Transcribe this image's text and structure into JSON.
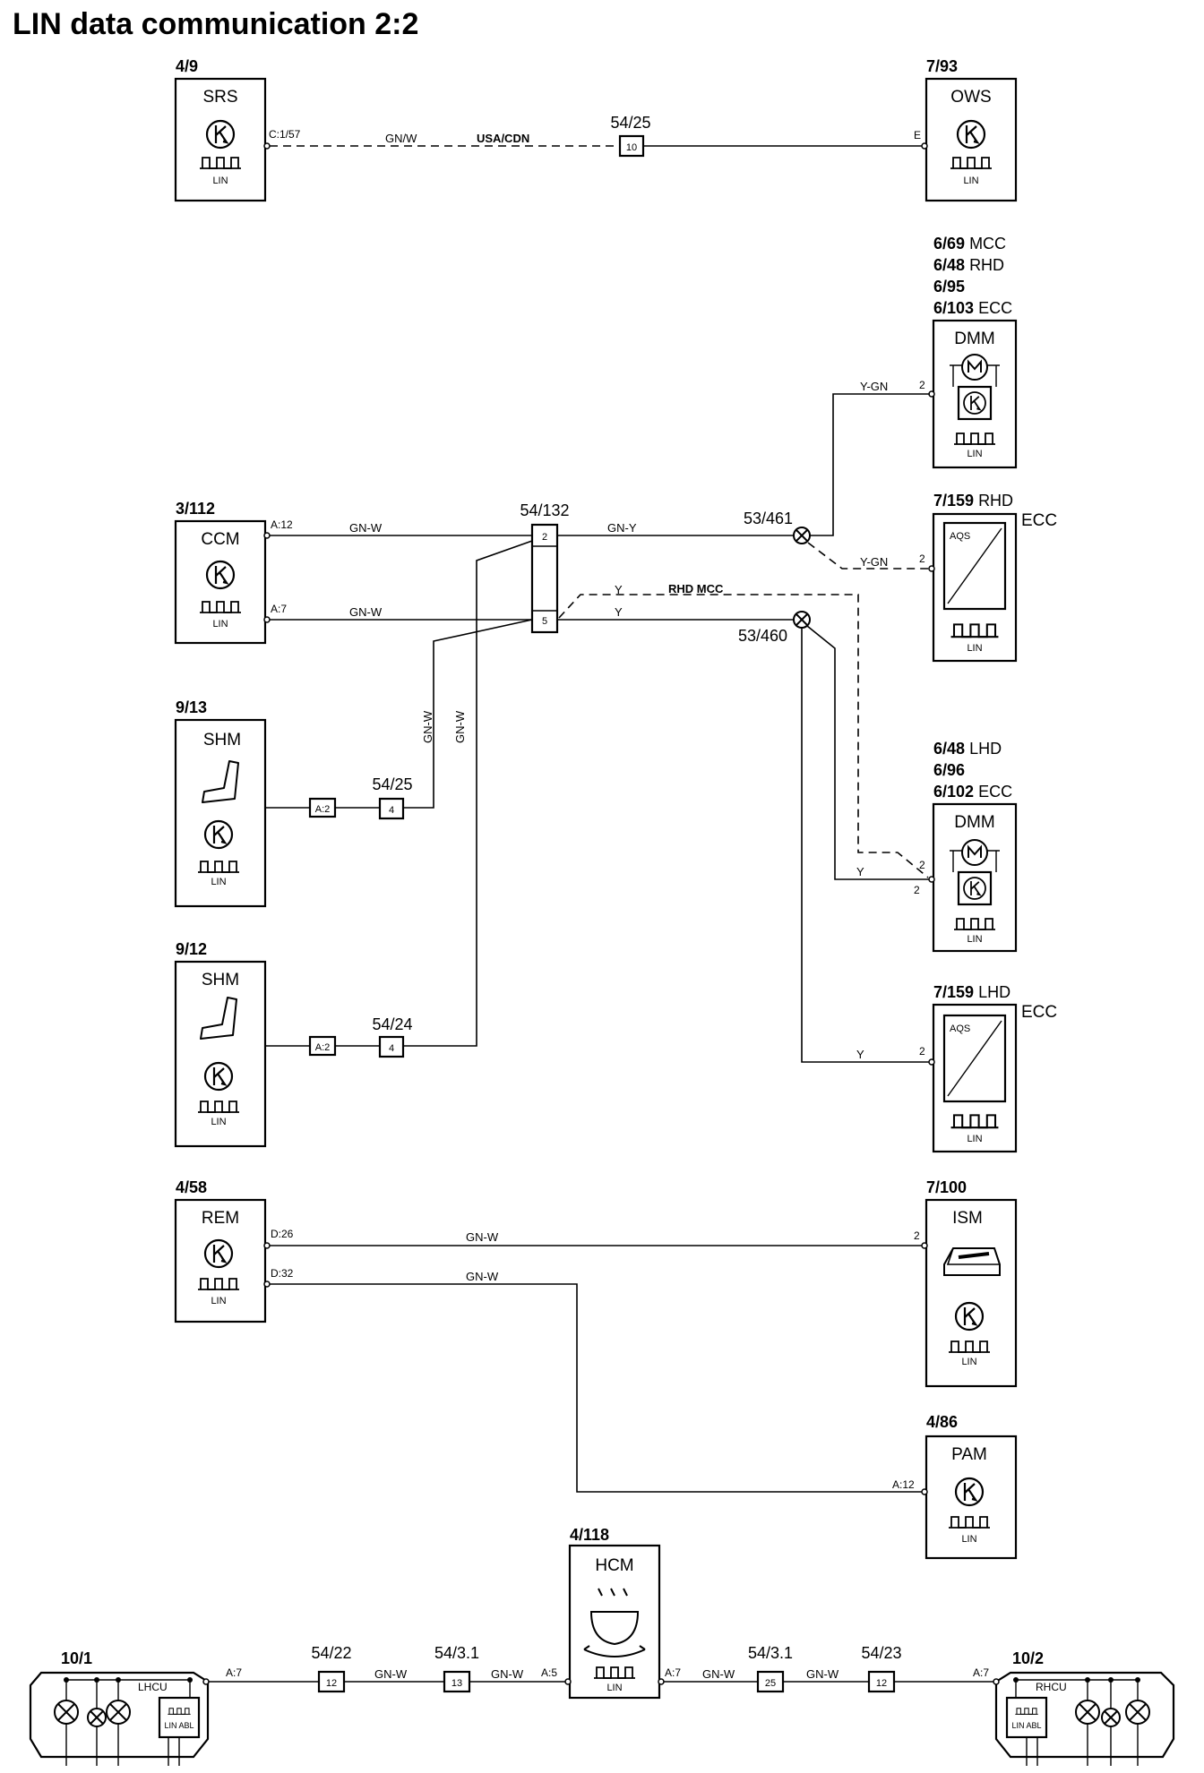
{
  "title": "LIN data communication 2:2",
  "components": {
    "srs": {
      "ref": "4/9",
      "name": "SRS",
      "bus": "LIN",
      "pin": "C:1/57"
    },
    "ows": {
      "ref": "7/93",
      "name": "OWS",
      "bus": "LIN",
      "pin": "E"
    },
    "ccm": {
      "ref": "3/112",
      "name": "CCM",
      "bus": "LIN",
      "pin_a12": "A:12",
      "pin_a7": "A:7"
    },
    "dmm_rhd": {
      "ref1": "6/69",
      "var1": "MCC",
      "ref2": "6/48",
      "var2": "RHD",
      "ref3": "6/95",
      "ref4": "6/103",
      "var4": "ECC",
      "name": "DMM",
      "bus": "LIN",
      "pin": "2"
    },
    "aqs_rhd": {
      "ref": "7/159",
      "var": "RHD",
      "side": "ECC",
      "name": "AQS",
      "bus": "LIN",
      "pin": "2"
    },
    "shm_913": {
      "ref": "9/13",
      "name": "SHM",
      "bus": "LIN",
      "pin": "A:2"
    },
    "shm_912": {
      "ref": "9/12",
      "name": "SHM",
      "bus": "LIN",
      "pin": "A:2"
    },
    "dmm_lhd": {
      "ref1": "6/48",
      "var1": "LHD",
      "ref2": "6/96",
      "ref3": "6/102",
      "var3": "ECC",
      "name": "DMM",
      "bus": "LIN",
      "pin": "2",
      "pin2": "2"
    },
    "aqs_lhd": {
      "ref": "7/159",
      "var": "LHD",
      "side": "ECC",
      "name": "AQS",
      "bus": "LIN",
      "pin": "2"
    },
    "rem": {
      "ref": "4/58",
      "name": "REM",
      "bus": "LIN",
      "pin_d26": "D:26",
      "pin_d32": "D:32"
    },
    "ism": {
      "ref": "7/100",
      "name": "ISM",
      "bus": "LIN",
      "pin": "2"
    },
    "pam": {
      "ref": "4/86",
      "name": "PAM",
      "bus": "LIN",
      "pin": "A:12"
    },
    "hcm": {
      "ref": "4/118",
      "name": "HCM",
      "bus": "LIN",
      "pin_left": "A:5",
      "pin_right": "A:7"
    },
    "lhcu": {
      "ref": "10/1",
      "name": "LHCU",
      "bus": "LIN ABL",
      "pin": "A:7"
    },
    "rhcu": {
      "ref": "10/2",
      "name": "RHCU",
      "bus": "LIN ABL",
      "pin": "A:7"
    }
  },
  "connectors": {
    "c5425_top": {
      "ref": "54/25",
      "pin": "10"
    },
    "c54132": {
      "ref": "54/132",
      "pin_top": "2",
      "pin_bot": "5"
    },
    "c5425_shm": {
      "ref": "54/25",
      "pin": "4"
    },
    "c5424": {
      "ref": "54/24",
      "pin": "4"
    },
    "c5422": {
      "ref": "54/22",
      "pin": "12"
    },
    "c5431_l": {
      "ref": "54/3.1",
      "pin": "13"
    },
    "c5431_r": {
      "ref": "54/3.1",
      "pin": "25"
    },
    "c5423": {
      "ref": "54/23",
      "pin": "12"
    }
  },
  "splices": {
    "s461": "53/461",
    "s460": "53/460"
  },
  "wires": {
    "srs_ows": "GN/W",
    "usa_cdn": "USA/CDN",
    "ccm_a12": "GN-W",
    "ccm_a7": "GN-W",
    "j_top": "GN-Y",
    "j_bot": "Y",
    "rhd_mcc_y": "Y",
    "rhd_mcc": "RHD MCC",
    "to_dmm_rhd": "Y-GN",
    "to_aqs_rhd": "Y-GN",
    "to_dmm_lhd": "Y",
    "to_aqs_lhd": "Y",
    "shm_v1": "GN-W",
    "shm_v2": "GN-W",
    "rem_ism": "GN-W",
    "rem_pam": "GN-W",
    "hcm_l1": "GN-W",
    "hcm_l2": "GN-W",
    "hcm_r1": "GN-W",
    "hcm_r2": "GN-W"
  }
}
